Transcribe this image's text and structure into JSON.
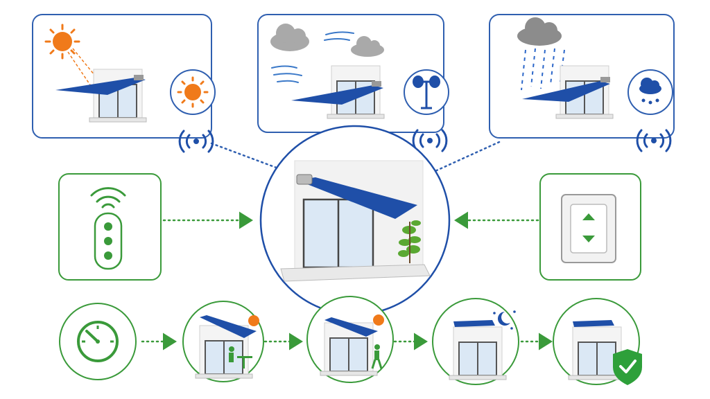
{
  "colors": {
    "awning": "#1f4fa8",
    "sensor_border": "#2f5fb0",
    "control_border": "#3a9a3a",
    "sun": "#f07a1a",
    "rain": "#2b66c9",
    "cloud": "#9a9a9a",
    "plant": "#5aa832",
    "check_shield": "#2ea03a"
  },
  "sensors": [
    {
      "condition": "sun",
      "icon": "sun-icon"
    },
    {
      "condition": "wind",
      "icon": "anemometer-icon"
    },
    {
      "condition": "rain",
      "icon": "rain-cloud-icon"
    }
  ],
  "controls": [
    {
      "kind": "remote",
      "icon": "remote-control-icon"
    },
    {
      "kind": "wall-switch",
      "icon": "up-down-switch-icon"
    }
  ],
  "schedule": [
    {
      "step": "timer",
      "icon": "clock-icon"
    },
    {
      "step": "extended-sun-seated",
      "icon": "person-at-table-icon"
    },
    {
      "step": "extended-sun-walking",
      "icon": "walking-person-icon"
    },
    {
      "step": "retracted-night",
      "icon": "moon-stars-icon"
    },
    {
      "step": "retracted-secured",
      "icon": "check-shield-icon"
    }
  ]
}
